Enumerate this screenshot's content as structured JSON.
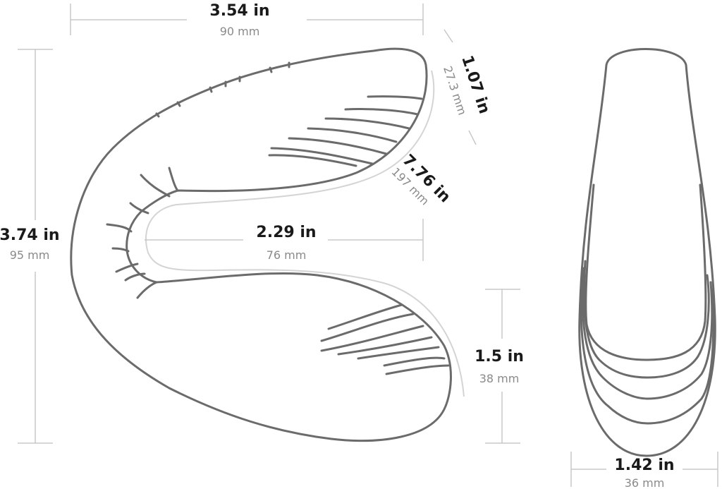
{
  "dimensions": {
    "width": {
      "in": "3.54 in",
      "mm": "90 mm"
    },
    "tip_thickness": {
      "in": "1.07 in",
      "mm": "27.3 mm"
    },
    "inner_length": {
      "in": "7.76 in",
      "mm": "197 mm"
    },
    "height": {
      "in": "3.74 in",
      "mm": "95 mm"
    },
    "inner_gap": {
      "in": "2.29 in",
      "mm": "76 mm"
    },
    "lower_arm": {
      "in": "1.5 in",
      "mm": "38 mm"
    },
    "side_width": {
      "in": "1.42 in",
      "mm": "36 mm"
    }
  }
}
